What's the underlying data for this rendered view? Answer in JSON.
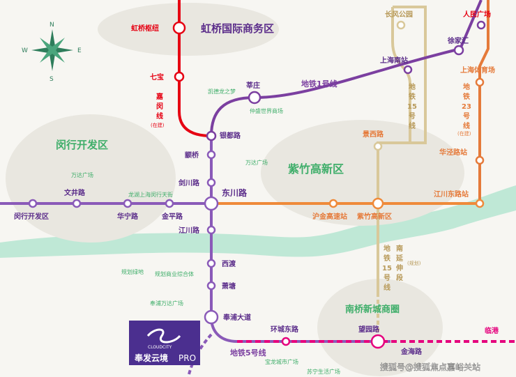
{
  "colors": {
    "background": "#f7f6f2",
    "river": "#bfe8d6",
    "district": "#e9e7e0",
    "line1": "#7b3fa0",
    "line5": "#8a2a9a",
    "line17_new": "#e5007d",
    "airport_line": "#e60012",
    "line15": "#d9c89a",
    "line23": "#e57a3a",
    "line_orange": "#ef8a3a",
    "label_dark": "#5b2d8a",
    "label_green": "#3fae6a",
    "compass": "#2e7d5b",
    "brand_bg": "#4b2f8f"
  },
  "districts": {
    "hongqiao_cbd": "虹桥国际商务区",
    "minhang_dev": "闵行开发区",
    "zizhu_hitech": "紫竹高新区",
    "nanqiao_cbd": "南桥新城商圈"
  },
  "lines": {
    "metro1": "地铁1号线",
    "metro5": "地铁5号线",
    "metro15_label": "地铁15号线",
    "metro15_chars": [
      "地",
      "铁",
      "15",
      "号",
      "线"
    ],
    "metro23_chars": [
      "地",
      "铁",
      "23",
      "号",
      "线"
    ],
    "metro23_note": "(在建)",
    "jiamin_chars": [
      "嘉",
      "闵",
      "线"
    ],
    "jiamin_note": "(在建)",
    "south_ext_chars": [
      "南",
      "延",
      "伸",
      "段"
    ],
    "south_ext_note": "(规划)"
  },
  "stations": {
    "hongqiao_hub": "虹桥枢纽",
    "qibao": "七宝",
    "xinzhuang": "莘庄",
    "yindu_lu": "银都路",
    "zhuanqiao": "颛桥",
    "jianchuan_lu": "剑川路",
    "dongchuan_lu": "东川路",
    "jinping_lu": "金平路",
    "jiangchuan_lu": "江川路",
    "xidu": "西渡",
    "xiaotang": "萧塘",
    "fengpu_dadao": "奉浦大道",
    "huancheng_donglu": "环城东路",
    "wangyuan_lu": "望园路",
    "jinhai_lu": "金海路",
    "lingang": "临港",
    "wenjing_lu": "文井路",
    "minhang_dev_station": "闵行开发区",
    "huaning_lu": "华宁路",
    "zizhu_station": "紫竹高新区",
    "hujin_station": "沪金高速站",
    "jingxi_lu": "景西路",
    "huajing_lu": "华泾路站",
    "jiangchuan_donglu": "江川东路站",
    "changfeng_park": "长风公园",
    "peoples_square": "人民广场",
    "xujiahui": "徐家汇",
    "shanghai_south": "上海南站",
    "shanghai_stadium": "上海体育场"
  },
  "pois": {
    "kaide_longzhimeng": "凯德龙之梦",
    "zhongsheng_world": "仲盛世界商场",
    "wanda_minhang": "万达广场",
    "wanda_zizhu": "万达广场",
    "longhu_tianjie": "龙湖上海闵行天街",
    "planned_green": "规划绿地",
    "planned_commercial": "规划商业综合体",
    "fengpu_wanda": "奉浦万达广场",
    "baolong_plaza": "宝龙城市广场",
    "suning_plaza": "苏宁生活广场"
  },
  "compass": {
    "n": "N",
    "s": "S",
    "e": "E",
    "w": "W"
  },
  "brand": {
    "name": "奉发云境",
    "suffix": "PRO",
    "sub": "CLOUDCITY"
  },
  "watermark": "搜狐号@搜狐焦点嘉峪关站"
}
